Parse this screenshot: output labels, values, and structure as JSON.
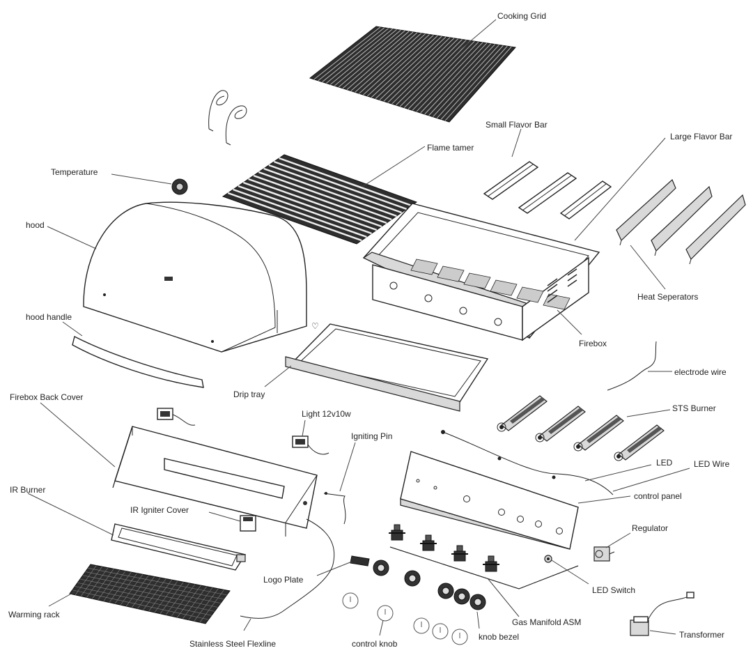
{
  "parts": {
    "cooking_grid": "Cooking Grid",
    "small_flavor_bar": "Small Flavor Bar",
    "large_flavor_bar": "Large Flavor Bar",
    "flame_tamer": "Flame tamer",
    "temperature": "Temperature",
    "hood": "hood",
    "heat_separators": "Heat Seperators",
    "hood_handle": "hood handle",
    "firebox": "Firebox",
    "drip_tray": "Drip tray",
    "electrode_wire": "electrode wire",
    "firebox_back_cover": "Firebox Back Cover",
    "sts_burner": "STS Burner",
    "light": "Light 12v10w",
    "igniting_pin": "Igniting Pin",
    "led": "LED",
    "led_wire": "LED Wire",
    "ir_burner": "IR Burner",
    "control_panel": "control panel",
    "ir_igniter_cover": "IR Igniter Cover",
    "regulator": "Regulator",
    "logo_plate": "Logo Plate",
    "led_switch": "LED Switch",
    "warming_rack": "Warming rack",
    "gas_manifold": "Gas Manifold ASM",
    "stainless_flexline": "Stainless Steel Flexline",
    "control_knob": "control knob",
    "knob_bezel": "knob bezel",
    "transformer": "Transformer"
  }
}
